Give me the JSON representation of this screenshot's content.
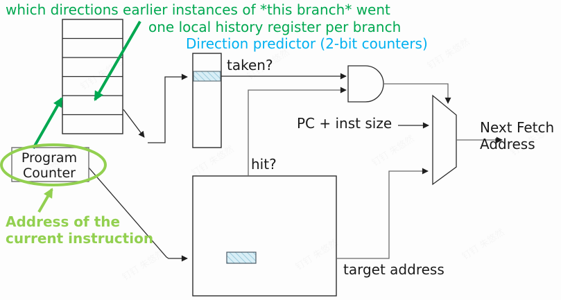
{
  "annotations": {
    "history_meaning": "which directions earlier instances of *this branch* went",
    "history_register": "one local history register per branch",
    "direction_predictor": "Direction predictor (2-bit counters)",
    "address_note_line1": "Address of the",
    "address_note_line2": "current instruction"
  },
  "labels": {
    "taken": "taken?",
    "hit": "hit?",
    "pc_plus_inst_size": "PC + inst size",
    "next_fetch_line1": "Next Fetch",
    "next_fetch_line2": "Address",
    "target_address": "target address",
    "pc_line1": "Program",
    "pc_line2": "Counter"
  },
  "colors": {
    "annotation_green": "#00a850",
    "annotation_light_green": "#92d050",
    "annotation_blue": "#00b0f0",
    "hatch_fill": "#d8eef6",
    "hatch_stroke": "#8fc3d6",
    "line": "#2b2b2b"
  },
  "watermark": {
    "text": "钉钉 朱悠然"
  }
}
